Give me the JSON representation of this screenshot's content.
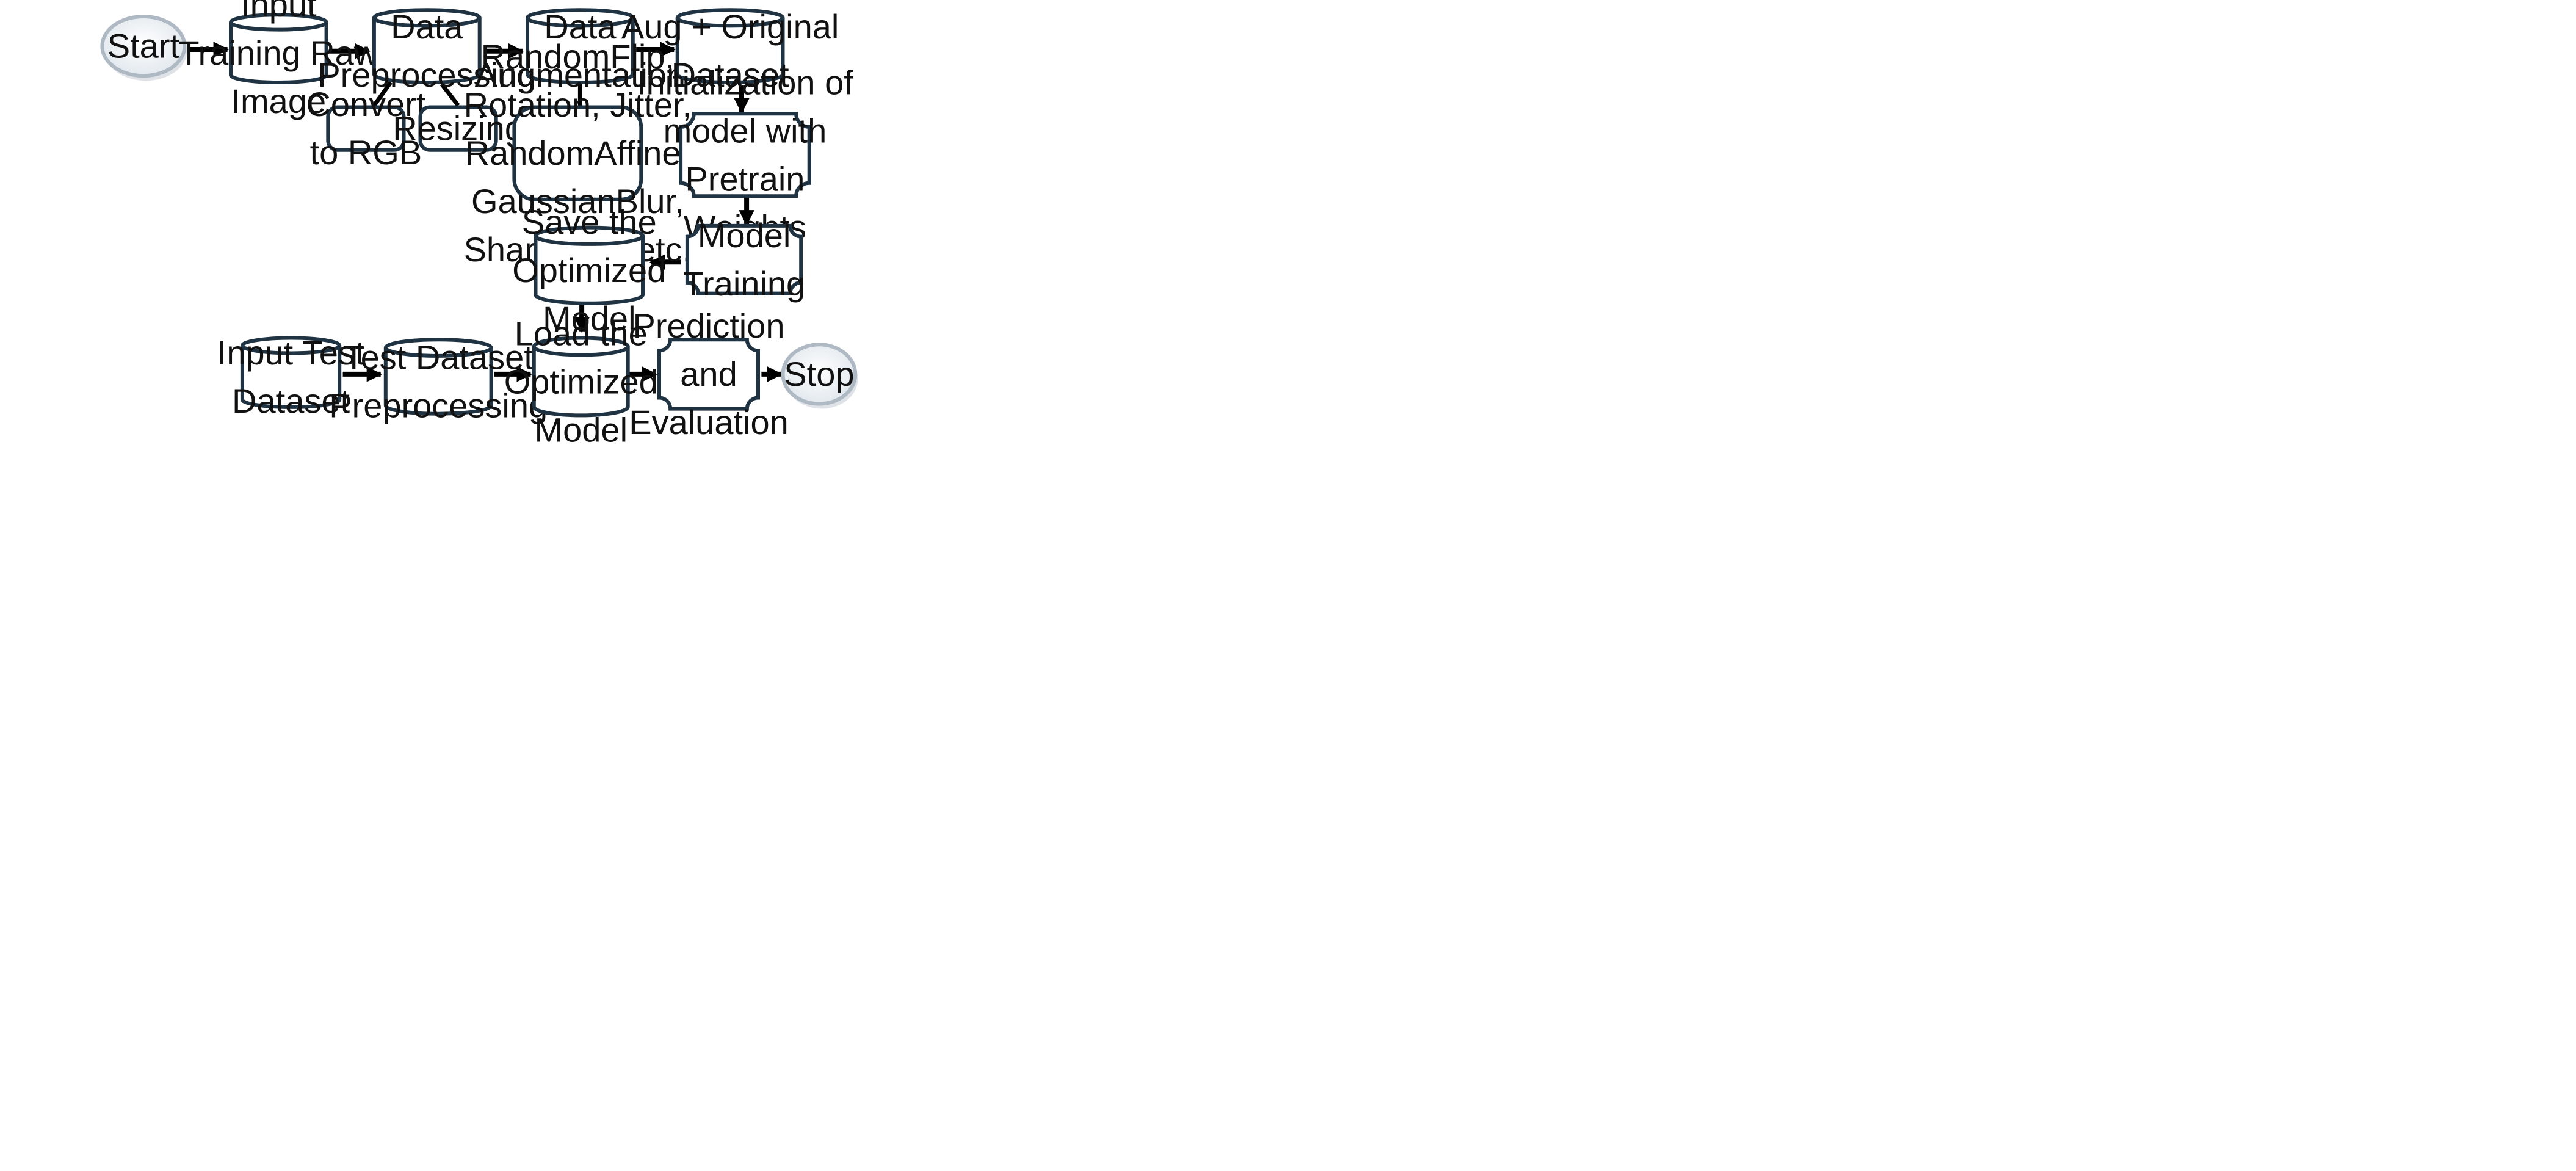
{
  "colors": {
    "stroke": "#1f3343",
    "arrow": "#000000",
    "terminal_fill": "#eef2f5",
    "background": "#ffffff"
  },
  "nodes": {
    "start": {
      "shape": "ellipse",
      "lines": [
        "Start"
      ]
    },
    "input_training": {
      "shape": "cylinder",
      "lines": [
        "Input",
        "Training Raw",
        "Image"
      ]
    },
    "data_preprocessing": {
      "shape": "cylinder",
      "lines": [
        "Data",
        "Preprocessing"
      ]
    },
    "data_augmentation": {
      "shape": "cylinder",
      "lines": [
        "Data",
        "Augmentation"
      ]
    },
    "aug_original": {
      "shape": "cylinder",
      "lines": [
        "Aug + Original",
        "Dataset"
      ]
    },
    "convert_rgb": {
      "shape": "rounded-rect",
      "lines": [
        "Convert",
        "to RGB"
      ]
    },
    "resizing": {
      "shape": "rounded-rect",
      "lines": [
        "Resizing"
      ]
    },
    "aug_methods": {
      "shape": "rounded-rect",
      "lines": [
        "RandomFlip,",
        "Rotation, Jitter,",
        "RandomAffine,",
        "GaussianBlur,",
        "Sharpness etc."
      ]
    },
    "init_model": {
      "shape": "plaque",
      "lines": [
        "Initialization of",
        "model with",
        "Pretrain",
        "Weights"
      ]
    },
    "model_training": {
      "shape": "plaque",
      "lines": [
        "Model",
        "Training"
      ]
    },
    "save_model": {
      "shape": "cylinder",
      "lines": [
        "Save the",
        "Optimized",
        "Model"
      ]
    },
    "input_test": {
      "shape": "cylinder",
      "lines": [
        "Input Test",
        "Dataset"
      ]
    },
    "test_preprocessing": {
      "shape": "cylinder",
      "lines": [
        "Test Dataset",
        "Preprocessing"
      ]
    },
    "load_model": {
      "shape": "cylinder",
      "lines": [
        "Load the",
        "Optimized",
        "Model"
      ]
    },
    "prediction": {
      "shape": "plaque",
      "lines": [
        "Prediction",
        "and",
        "Evaluation"
      ]
    },
    "stop": {
      "shape": "ellipse",
      "lines": [
        "Stop"
      ]
    }
  },
  "edges": [
    {
      "from": "start",
      "to": "input_training",
      "arrow": true
    },
    {
      "from": "input_training",
      "to": "data_preprocessing",
      "arrow": true
    },
    {
      "from": "data_preprocessing",
      "to": "data_augmentation",
      "arrow": true
    },
    {
      "from": "data_augmentation",
      "to": "aug_original",
      "arrow": true
    },
    {
      "from": "data_preprocessing",
      "to": "convert_rgb",
      "arrow": false
    },
    {
      "from": "data_preprocessing",
      "to": "resizing",
      "arrow": false
    },
    {
      "from": "data_augmentation",
      "to": "aug_methods",
      "arrow": false
    },
    {
      "from": "aug_original",
      "to": "init_model",
      "arrow": true
    },
    {
      "from": "init_model",
      "to": "model_training",
      "arrow": true
    },
    {
      "from": "model_training",
      "to": "save_model",
      "arrow": true
    },
    {
      "from": "save_model",
      "to": "load_model",
      "arrow": true
    },
    {
      "from": "input_test",
      "to": "test_preprocessing",
      "arrow": true
    },
    {
      "from": "test_preprocessing",
      "to": "load_model",
      "arrow": true
    },
    {
      "from": "load_model",
      "to": "prediction",
      "arrow": true
    },
    {
      "from": "prediction",
      "to": "stop",
      "arrow": true
    }
  ]
}
